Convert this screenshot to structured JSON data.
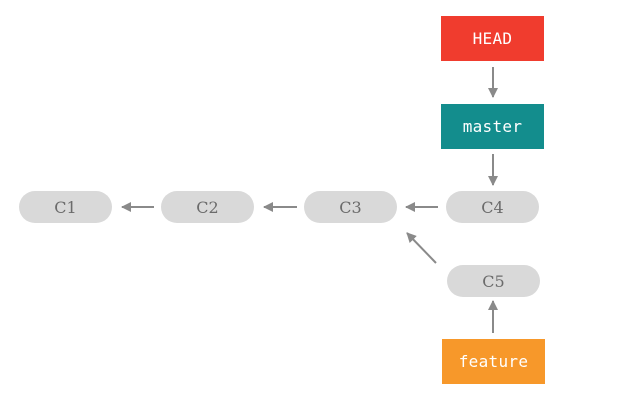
{
  "commits": {
    "c1": "C1",
    "c2": "C2",
    "c3": "C3",
    "c4": "C4",
    "c5": "C5"
  },
  "refs": {
    "head": "HEAD",
    "master": "master",
    "feature": "feature"
  },
  "colors": {
    "commit_fill": "#d9d9d9",
    "commit_text": "#6b6b6b",
    "head": "#f03c2e",
    "master": "#138d8d",
    "feature": "#f7982a",
    "arrow": "#8a8a8a"
  }
}
